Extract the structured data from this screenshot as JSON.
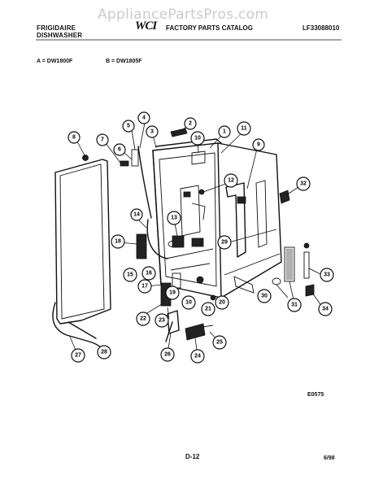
{
  "watermark": "AppliancePartsPros.com",
  "header": {
    "brand_line1": "FRIGIDAIRE",
    "brand_line2": "DISHWASHER",
    "logo": "WCI",
    "catalog_title": "FACTORY PARTS CATALOG",
    "catalog_code": "LF33088010"
  },
  "models": {
    "a": "A = DW1800F",
    "b": "B = DW1805F"
  },
  "diagram": {
    "figure_code": "E0575",
    "callouts": [
      {
        "n": "1"
      },
      {
        "n": "2"
      },
      {
        "n": "3"
      },
      {
        "n": "4"
      },
      {
        "n": "5"
      },
      {
        "n": "6"
      },
      {
        "n": "7"
      },
      {
        "n": "8"
      },
      {
        "n": "9"
      },
      {
        "n": "10"
      },
      {
        "n": "11"
      },
      {
        "n": "12"
      },
      {
        "n": "13"
      },
      {
        "n": "14"
      },
      {
        "n": "15"
      },
      {
        "n": "16"
      },
      {
        "n": "17"
      },
      {
        "n": "18"
      },
      {
        "n": "19"
      },
      {
        "n": "20"
      },
      {
        "n": "21"
      },
      {
        "n": "22"
      },
      {
        "n": "23"
      },
      {
        "n": "24"
      },
      {
        "n": "25"
      },
      {
        "n": "26"
      },
      {
        "n": "27"
      },
      {
        "n": "28"
      },
      {
        "n": "29"
      },
      {
        "n": "30"
      },
      {
        "n": "31"
      },
      {
        "n": "32"
      },
      {
        "n": "33"
      },
      {
        "n": "34"
      },
      {
        "n": "10"
      }
    ]
  },
  "footer": {
    "page": "D-12",
    "date": "6/98"
  }
}
